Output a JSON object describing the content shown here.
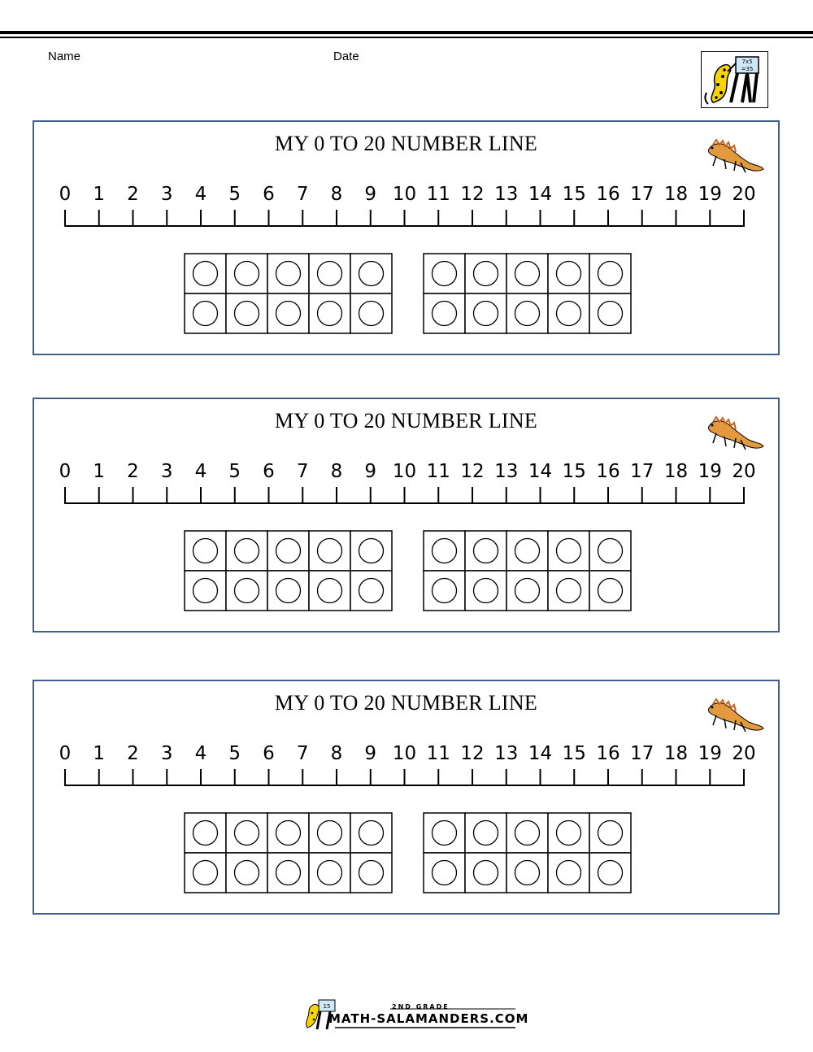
{
  "header": {
    "name_label": "Name",
    "date_label": "Date",
    "logo_icon": "math-salamander-logo-icon",
    "logo_board_text": [
      "7x5",
      "=35"
    ]
  },
  "panels": [
    {
      "title": "MY 0 TO 20 NUMBER LINE"
    },
    {
      "title": "MY 0 TO 20 NUMBER LINE"
    },
    {
      "title": "MY 0 TO 20 NUMBER LINE"
    }
  ],
  "number_line": {
    "labels": [
      "0",
      "1",
      "2",
      "3",
      "4",
      "5",
      "6",
      "7",
      "8",
      "9",
      "10",
      "11",
      "12",
      "13",
      "14",
      "15",
      "16",
      "17",
      "18",
      "19",
      "20"
    ]
  },
  "ten_frames": {
    "frames_per_panel": 2,
    "rows": 2,
    "cols": 5
  },
  "footer": {
    "grade": "2ND GRADE",
    "site": "MATH-SALAMANDERS.COM",
    "board_text": "15"
  },
  "colors": {
    "panel_border": "#3f5f8e",
    "salamander": "#e39a3c",
    "logo_yellow": "#f5d400"
  }
}
